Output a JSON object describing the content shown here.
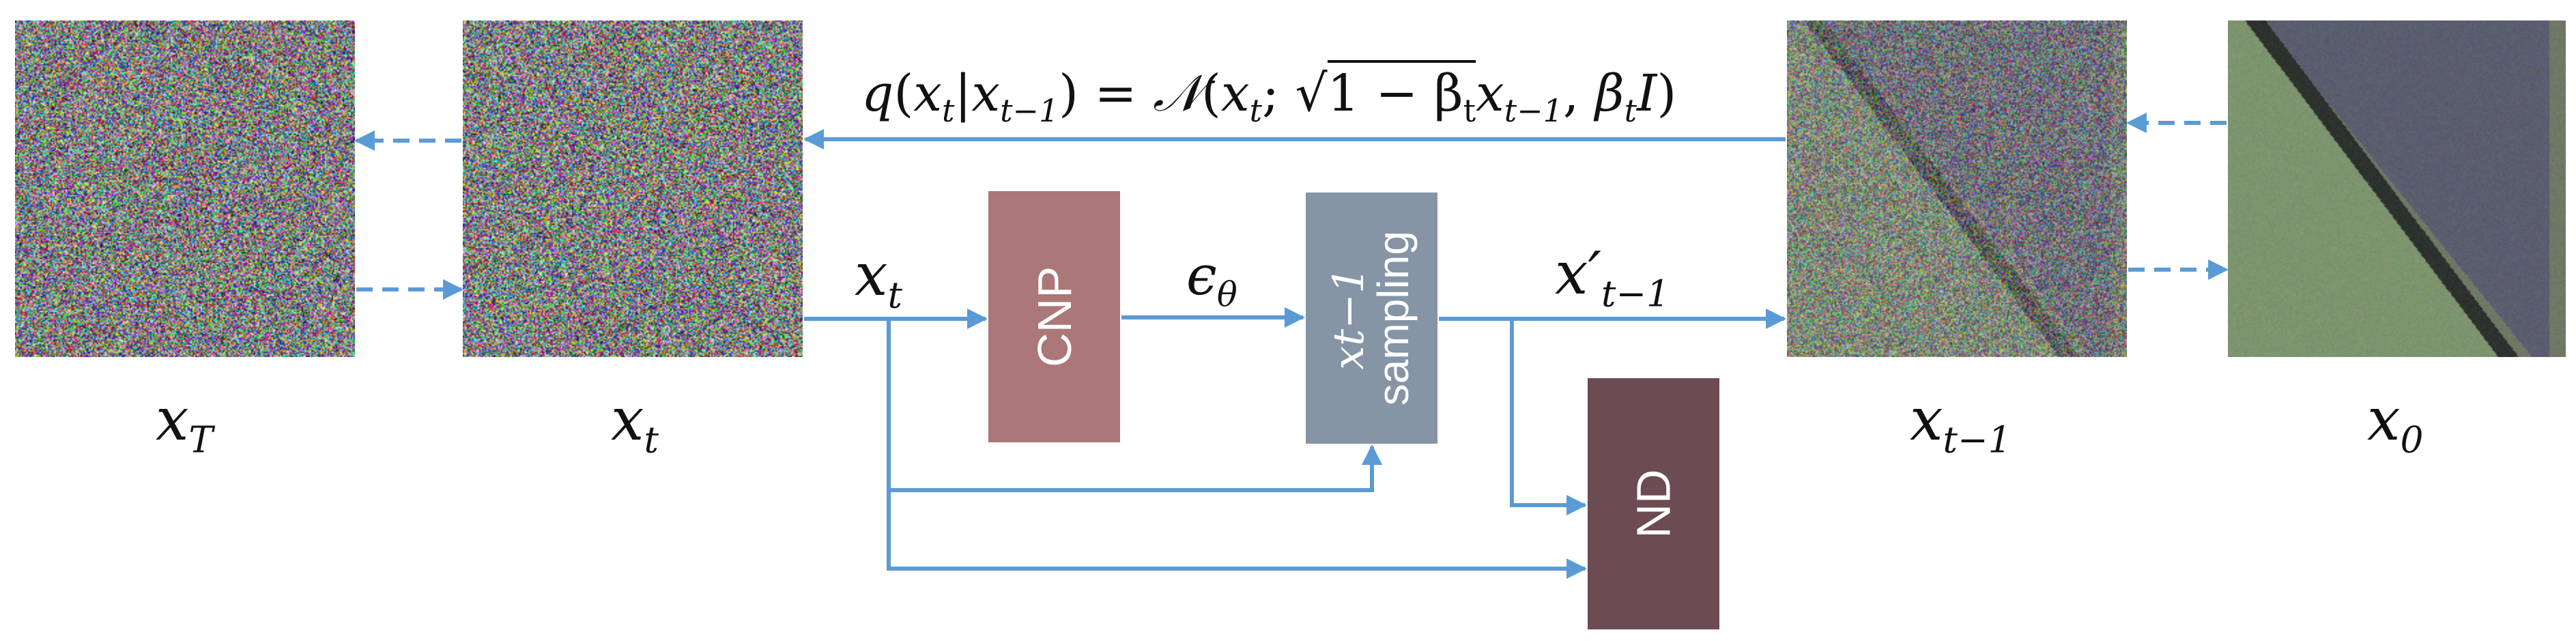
{
  "images": {
    "xT": {
      "label": "x",
      "sub": "T"
    },
    "xt": {
      "label": "x",
      "sub": "t"
    },
    "xt1": {
      "label": "x",
      "sub": "t−1"
    },
    "x0": {
      "label": "x",
      "sub": "0"
    }
  },
  "forward_process": {
    "q": "q",
    "open": "(",
    "x1": "x",
    "x1_sub": "t",
    "bar": "|",
    "x2": "x",
    "x2_sub": "t−1",
    "close": ")",
    "eq": " = ",
    "N": "𝒩",
    "open2": "(",
    "x3": "x",
    "x3_sub": "t",
    "semi": "; ",
    "sqrt": "√",
    "rad_one": "1 − ",
    "beta1": "β",
    "beta1_sub": "t",
    "x4": "x",
    "x4_sub": "t−1",
    "comma": ", ",
    "beta2": "β",
    "beta2_sub": "t",
    "I": "I",
    "close2": ")"
  },
  "inputs": {
    "xt_input": {
      "label": "x",
      "sub": "t"
    },
    "epsilon": {
      "label": "ϵ",
      "sub": "θ"
    },
    "xprime": {
      "label": "x′",
      "sub": "t−1"
    }
  },
  "blocks": {
    "cnp": {
      "label": "CNP",
      "color": "#ab7778"
    },
    "sampling": {
      "math": "x",
      "math_sub": "t−1",
      "label": "sampling",
      "color": "#8595a5"
    },
    "nd": {
      "label": "ND",
      "color": "#6c4b53"
    }
  },
  "colors": {
    "arrow": "#5b9bd5"
  }
}
